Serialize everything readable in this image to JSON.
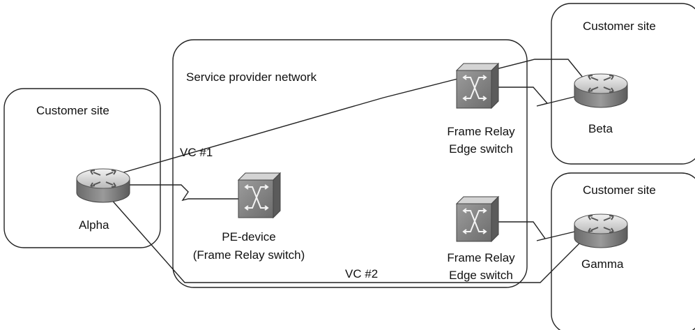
{
  "sites": {
    "left_label": "Customer site",
    "top_right_label": "Customer site",
    "bottom_right_label": "Customer site"
  },
  "provider": {
    "label": "Service provider network"
  },
  "routers": {
    "alpha": "Alpha",
    "beta": "Beta",
    "gamma": "Gamma"
  },
  "switches": {
    "pe_line1": "PE-device",
    "pe_line2": "(Frame Relay switch)",
    "edge_top_line1": "Frame Relay",
    "edge_top_line2": "Edge switch",
    "edge_bottom_line1": "Frame Relay",
    "edge_bottom_line2": "Edge switch"
  },
  "circuits": {
    "vc1": "VC #1",
    "vc2": "VC #2"
  }
}
